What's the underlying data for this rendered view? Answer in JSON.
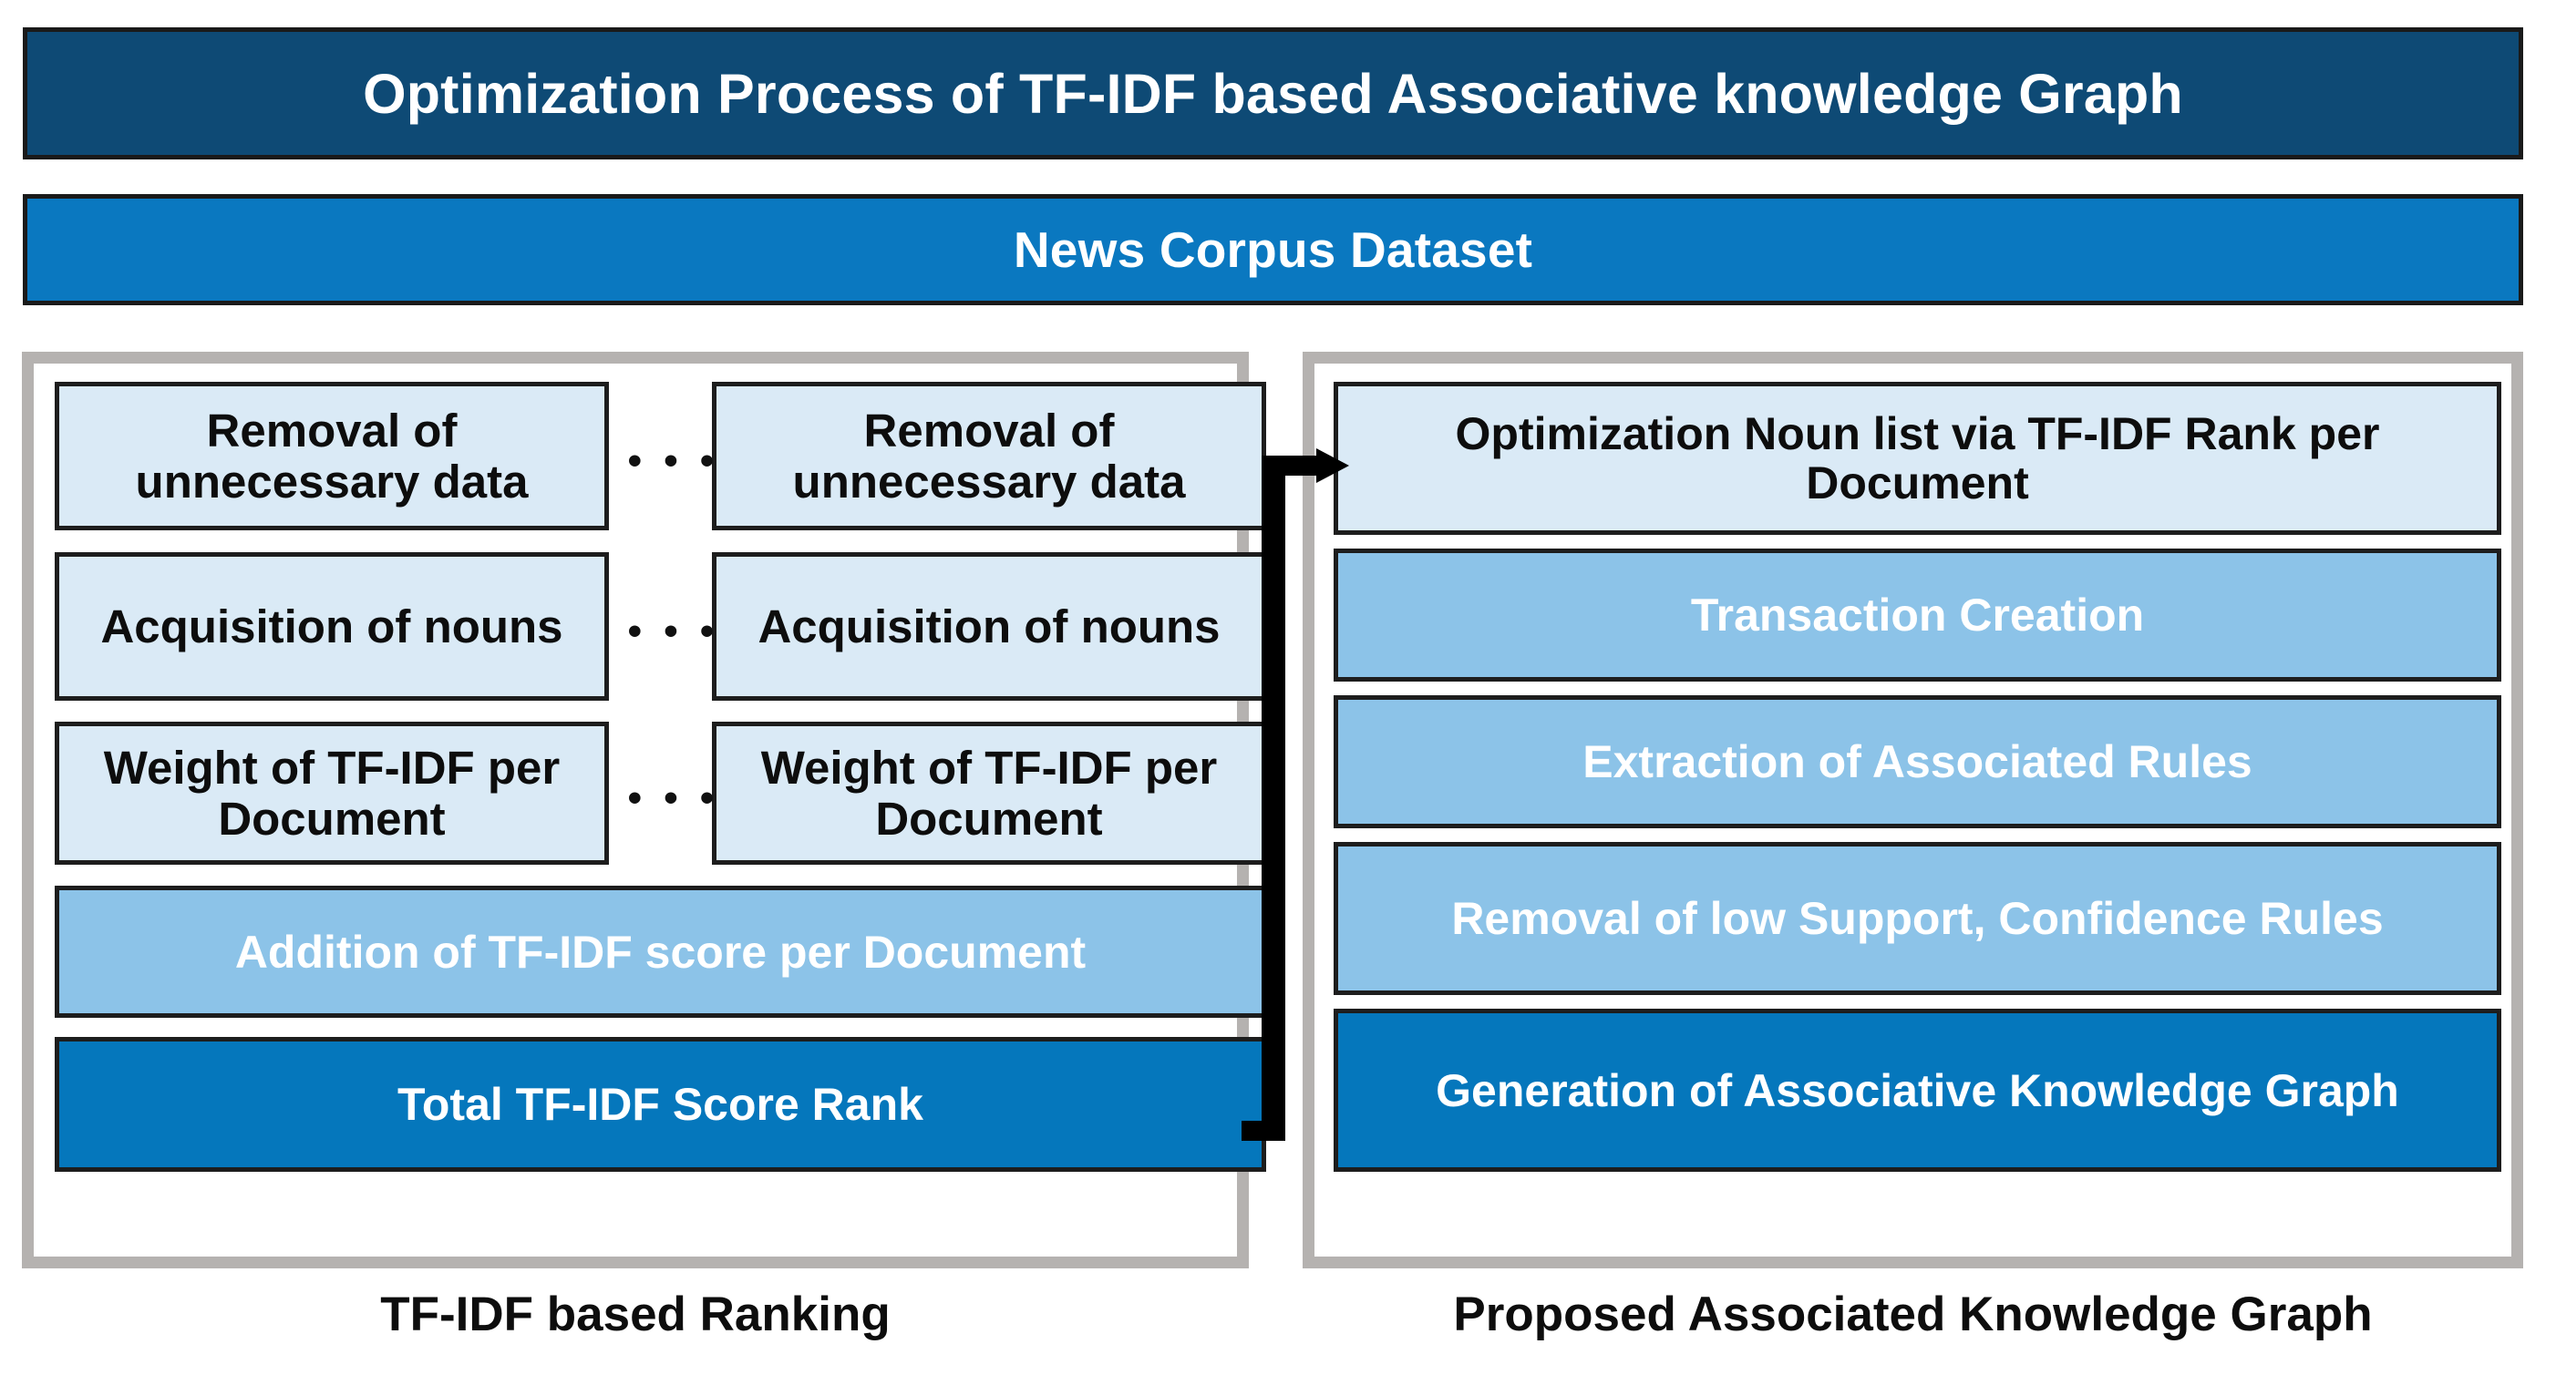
{
  "header": {
    "title": "Optimization Process of TF-IDF based Associative knowledge Graph",
    "dataset_banner": "News Corpus Dataset"
  },
  "colors": {
    "title_bar": "#0e4a75",
    "dataset_bar": "#0a78c0",
    "box_light": "#daeaf6",
    "box_mid": "#8cc3e8",
    "box_strong": "#0577bc",
    "panel_border": "#b5b2b0",
    "outline": "#1d1d1d"
  },
  "left_panel": {
    "caption": "TF-IDF based Ranking",
    "ellipsis": "• • •",
    "column_a": [
      {
        "label": "Removal of unnecessary data",
        "tone": "light"
      },
      {
        "label": "Acquisition of nouns",
        "tone": "light"
      },
      {
        "label": "Weight of TF-IDF per Document",
        "tone": "light"
      }
    ],
    "column_b": [
      {
        "label": "Removal of unnecessary data",
        "tone": "light"
      },
      {
        "label": "Acquisition of nouns",
        "tone": "light"
      },
      {
        "label": "Weight of TF-IDF per Document",
        "tone": "light"
      }
    ],
    "full_width_steps": [
      {
        "label": "Addition of TF-IDF score per Document",
        "tone": "mid"
      },
      {
        "label": "Total TF-IDF Score Rank",
        "tone": "strong"
      }
    ]
  },
  "right_panel": {
    "caption": "Proposed Associated Knowledge Graph",
    "steps": [
      {
        "label": "Optimization Noun list via TF-IDF Rank per Document",
        "tone": "light"
      },
      {
        "label": "Transaction Creation",
        "tone": "mid"
      },
      {
        "label": "Extraction of Associated Rules",
        "tone": "mid"
      },
      {
        "label": "Removal of low Support, Confidence Rules",
        "tone": "mid"
      },
      {
        "label": "Generation of Associative Knowledge Graph",
        "tone": "strong"
      }
    ]
  },
  "connector": {
    "name": "flow-arrow",
    "from": "Total TF-IDF Score Rank",
    "to": "Optimization Noun list via TF-IDF Rank per Document"
  }
}
